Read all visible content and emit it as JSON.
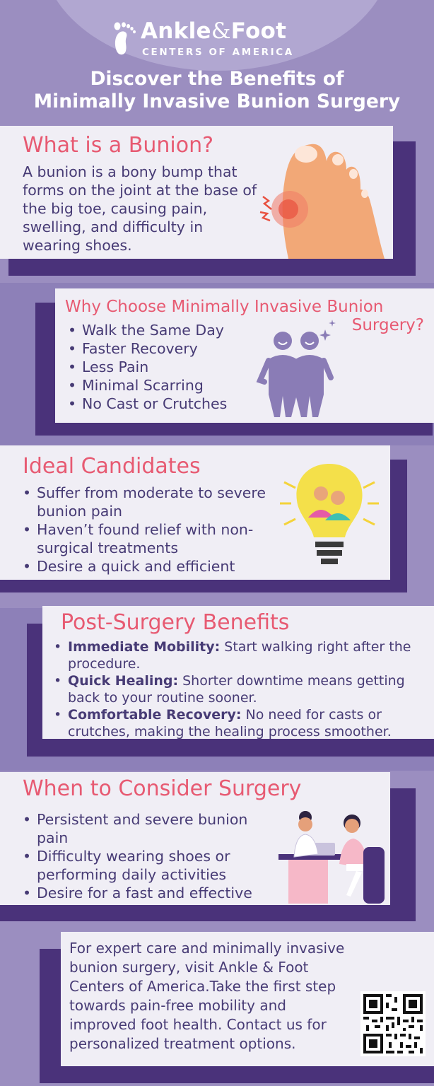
{
  "brand": {
    "name_part1": "Ankle",
    "name_amp": "&",
    "name_part2": "Foot",
    "subtitle": "CENTERS OF AMERICA"
  },
  "headline": {
    "line1": "Discover the Benefits of",
    "line2": "Minimally Invasive Bunion Surgery"
  },
  "what_is": {
    "title": "What is a Bunion?",
    "text": "A bunion is a bony bump that forms on the joint at the base of the big toe, causing pain, swelling, and difficulty in wearing shoes.",
    "icon": "bunion-foot-illustration"
  },
  "why_choose": {
    "title_line1": "Why Choose Minimally Invasive Bunion",
    "title_line2": "Surgery?",
    "items": [
      "Walk the Same Day",
      "Faster Recovery",
      "Less Pain",
      "Minimal Scarring",
      "No Cast or Crutches"
    ],
    "icon": "happy-people-illustration"
  },
  "ideal": {
    "title": "Ideal Candidates",
    "items": [
      "Suffer from moderate to severe bunion pain",
      "Haven’t found relief with non-surgical treatments",
      "Desire a quick and efficient recovery"
    ],
    "icon": "lightbulb-people-icon"
  },
  "post": {
    "title": "Post-Surgery Benefits",
    "items": [
      {
        "label": "Immediate Mobility:",
        "text": " Start walking right after the procedure."
      },
      {
        "label": "Quick Healing:",
        "text": " Shorter downtime means getting back to your routine sooner."
      },
      {
        "label": "Comfortable Recovery:",
        "text": " No need for casts or crutches, making the healing process smoother."
      }
    ]
  },
  "when": {
    "title": "When to Consider Surgery",
    "items": [
      "Persistent and severe bunion pain",
      "Difficulty wearing shoes or performing daily activities",
      "Desire for a fast and effective solution"
    ],
    "icon": "doctor-consultation-illustration"
  },
  "cta": {
    "text": "For expert care and minimally invasive bunion surgery, visit Ankle & Foot Centers of America.Take the first step towards pain-free mobility and improved foot health. Contact us for personalized treatment options.",
    "icon": "qr-code"
  },
  "colors": {
    "background": "#9b8ec0",
    "card": "#f0eef5",
    "shadow": "#4a327a",
    "title": "#e75a72",
    "text": "#473b75"
  }
}
